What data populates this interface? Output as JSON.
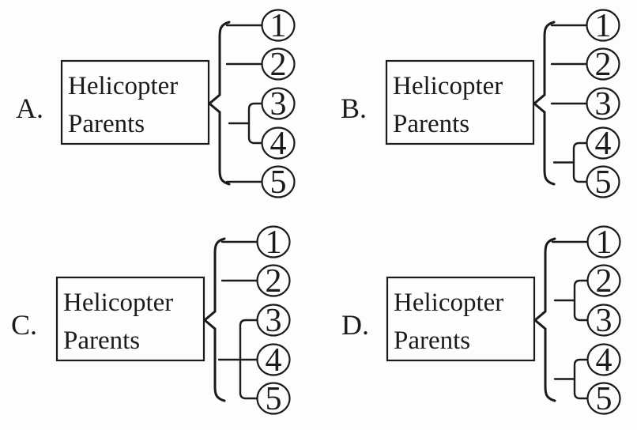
{
  "figure": {
    "description": "Four answer-choice bracket diagrams mapping Helicopter Parents to numbered points"
  },
  "box_title": {
    "line1": "Helicopter",
    "line2": "Parents"
  },
  "items": [
    "1",
    "2",
    "3",
    "4",
    "5"
  ],
  "options": [
    {
      "label": "A.",
      "box": [
        "Helicopter",
        "Parents"
      ],
      "items": [
        "1",
        "2",
        "3",
        "4",
        "5"
      ],
      "groups": [
        [
          1
        ],
        [
          2
        ],
        [
          3,
          4
        ],
        [
          5
        ]
      ]
    },
    {
      "label": "B.",
      "box": [
        "Helicopter",
        "Parents"
      ],
      "items": [
        "1",
        "2",
        "3",
        "4",
        "5"
      ],
      "groups": [
        [
          1
        ],
        [
          2
        ],
        [
          3
        ],
        [
          4,
          5
        ]
      ]
    },
    {
      "label": "C.",
      "box": [
        "Helicopter",
        "Parents"
      ],
      "items": [
        "1",
        "2",
        "3",
        "4",
        "5"
      ],
      "groups": [
        [
          1
        ],
        [
          2
        ],
        [
          3,
          4,
          5
        ]
      ]
    },
    {
      "label": "D.",
      "box": [
        "Helicopter",
        "Parents"
      ],
      "items": [
        "1",
        "2",
        "3",
        "4",
        "5"
      ],
      "groups": [
        [
          1
        ],
        [
          2,
          3
        ],
        [
          4,
          5
        ]
      ]
    }
  ],
  "colors": {
    "ink": "#1b1b1b",
    "paper": "#fdfdfd",
    "circle_fill": "#fdfdfd"
  }
}
